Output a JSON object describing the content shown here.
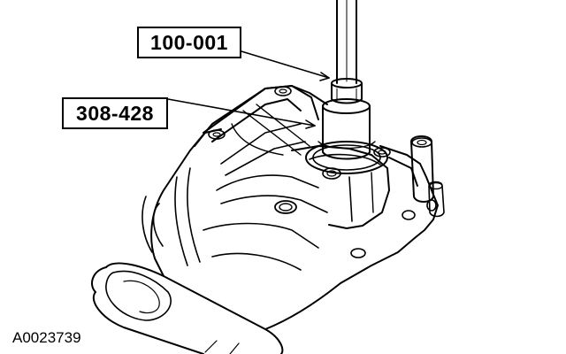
{
  "figure": {
    "callouts": [
      {
        "label": "100-001",
        "target": "dial indicator extension rod"
      },
      {
        "label": "308-428",
        "target": "shift tower adapter sleeve"
      }
    ],
    "figure_id": "A0023739",
    "line_color": "#000000",
    "background_color": "#ffffff"
  }
}
